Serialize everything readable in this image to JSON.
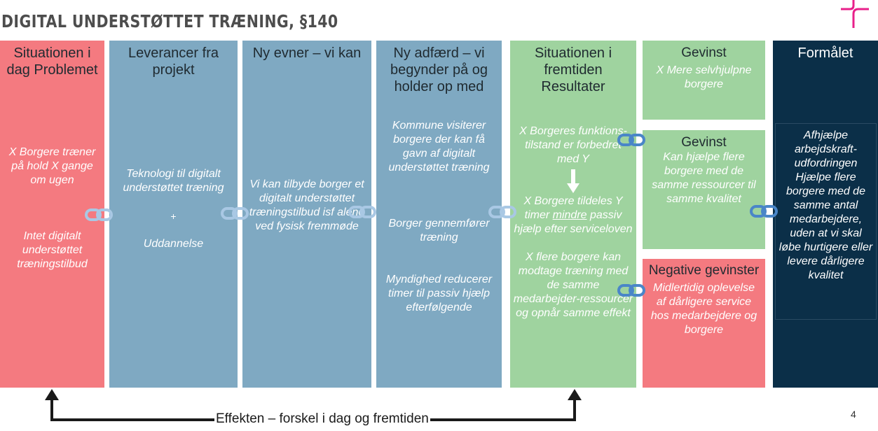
{
  "title": "DIGITAL UNDERSTØTTET TRÆNING, §140",
  "columns": [
    {
      "head": "Situationen i dag Problemet",
      "body": [
        "X Borgere træner på hold X gange om ugen",
        "Intet digitalt understøttet træningstilbud"
      ]
    },
    {
      "head": "Leverancer fra projekt",
      "body": [
        "Teknologi til digitalt understøttet træning",
        "+",
        "Uddannelse"
      ]
    },
    {
      "head": "Ny evner – vi kan",
      "body": [
        "Vi kan tilbyde borger et digitalt understøttet træningstilbud isf alene ved fysisk fremmøde"
      ]
    },
    {
      "head": "Ny adfærd – vi begynder på og holder op med",
      "body": [
        "Kommune visiterer borgere der kan få gavn af digitalt understøttet træning",
        "Borger gennemfører træning",
        "Myndighed reducerer timer til passiv hjælp efterfølgende"
      ]
    },
    {
      "head": "Situationen i fremtiden Resultater",
      "body": [
        "X Borgeres funktions-tilstand er forbedret med Y",
        "X Borgere tildeles Y timer",
        "mindre",
        "passiv hjælp efter serviceloven",
        "X flere borgere kan modtage træning med de samme medarbejder-ressourcer og opnår samme effekt"
      ]
    }
  ],
  "gains": [
    {
      "head": "Gevinst",
      "body": "X Mere selvhjulpne borgere"
    },
    {
      "head": "Gevinst",
      "body": "Kan hjælpe flere borgere med de samme ressourcer til samme kvalitet"
    },
    {
      "head": "Negative gevinster",
      "body": "Midlertidig oplevelse af dårligere service hos medarbejdere og borgere"
    }
  ],
  "purpose": {
    "head": "Formålet",
    "body": "Afhjælpe arbejdskraft-udfordringen Hjælpe flere borgere med de samme antal medarbejdere, uden at vi skal løbe hurtigere eller levere dårligere kvalitet"
  },
  "effect_label": "Effekten – forskel i dag og fremtiden",
  "page_number": "4",
  "colors": {
    "problem": "#f47a80",
    "delivery": "#7fa9c2",
    "result": "#9fd39f",
    "purpose": "#0b2f48",
    "link_light": "#a9c8e4",
    "link_dark": "#4a86c8",
    "brand": "#e8208a"
  },
  "icons": [
    "link-icon",
    "down-arrow-icon",
    "up-arrow-icon",
    "brand-mark"
  ]
}
